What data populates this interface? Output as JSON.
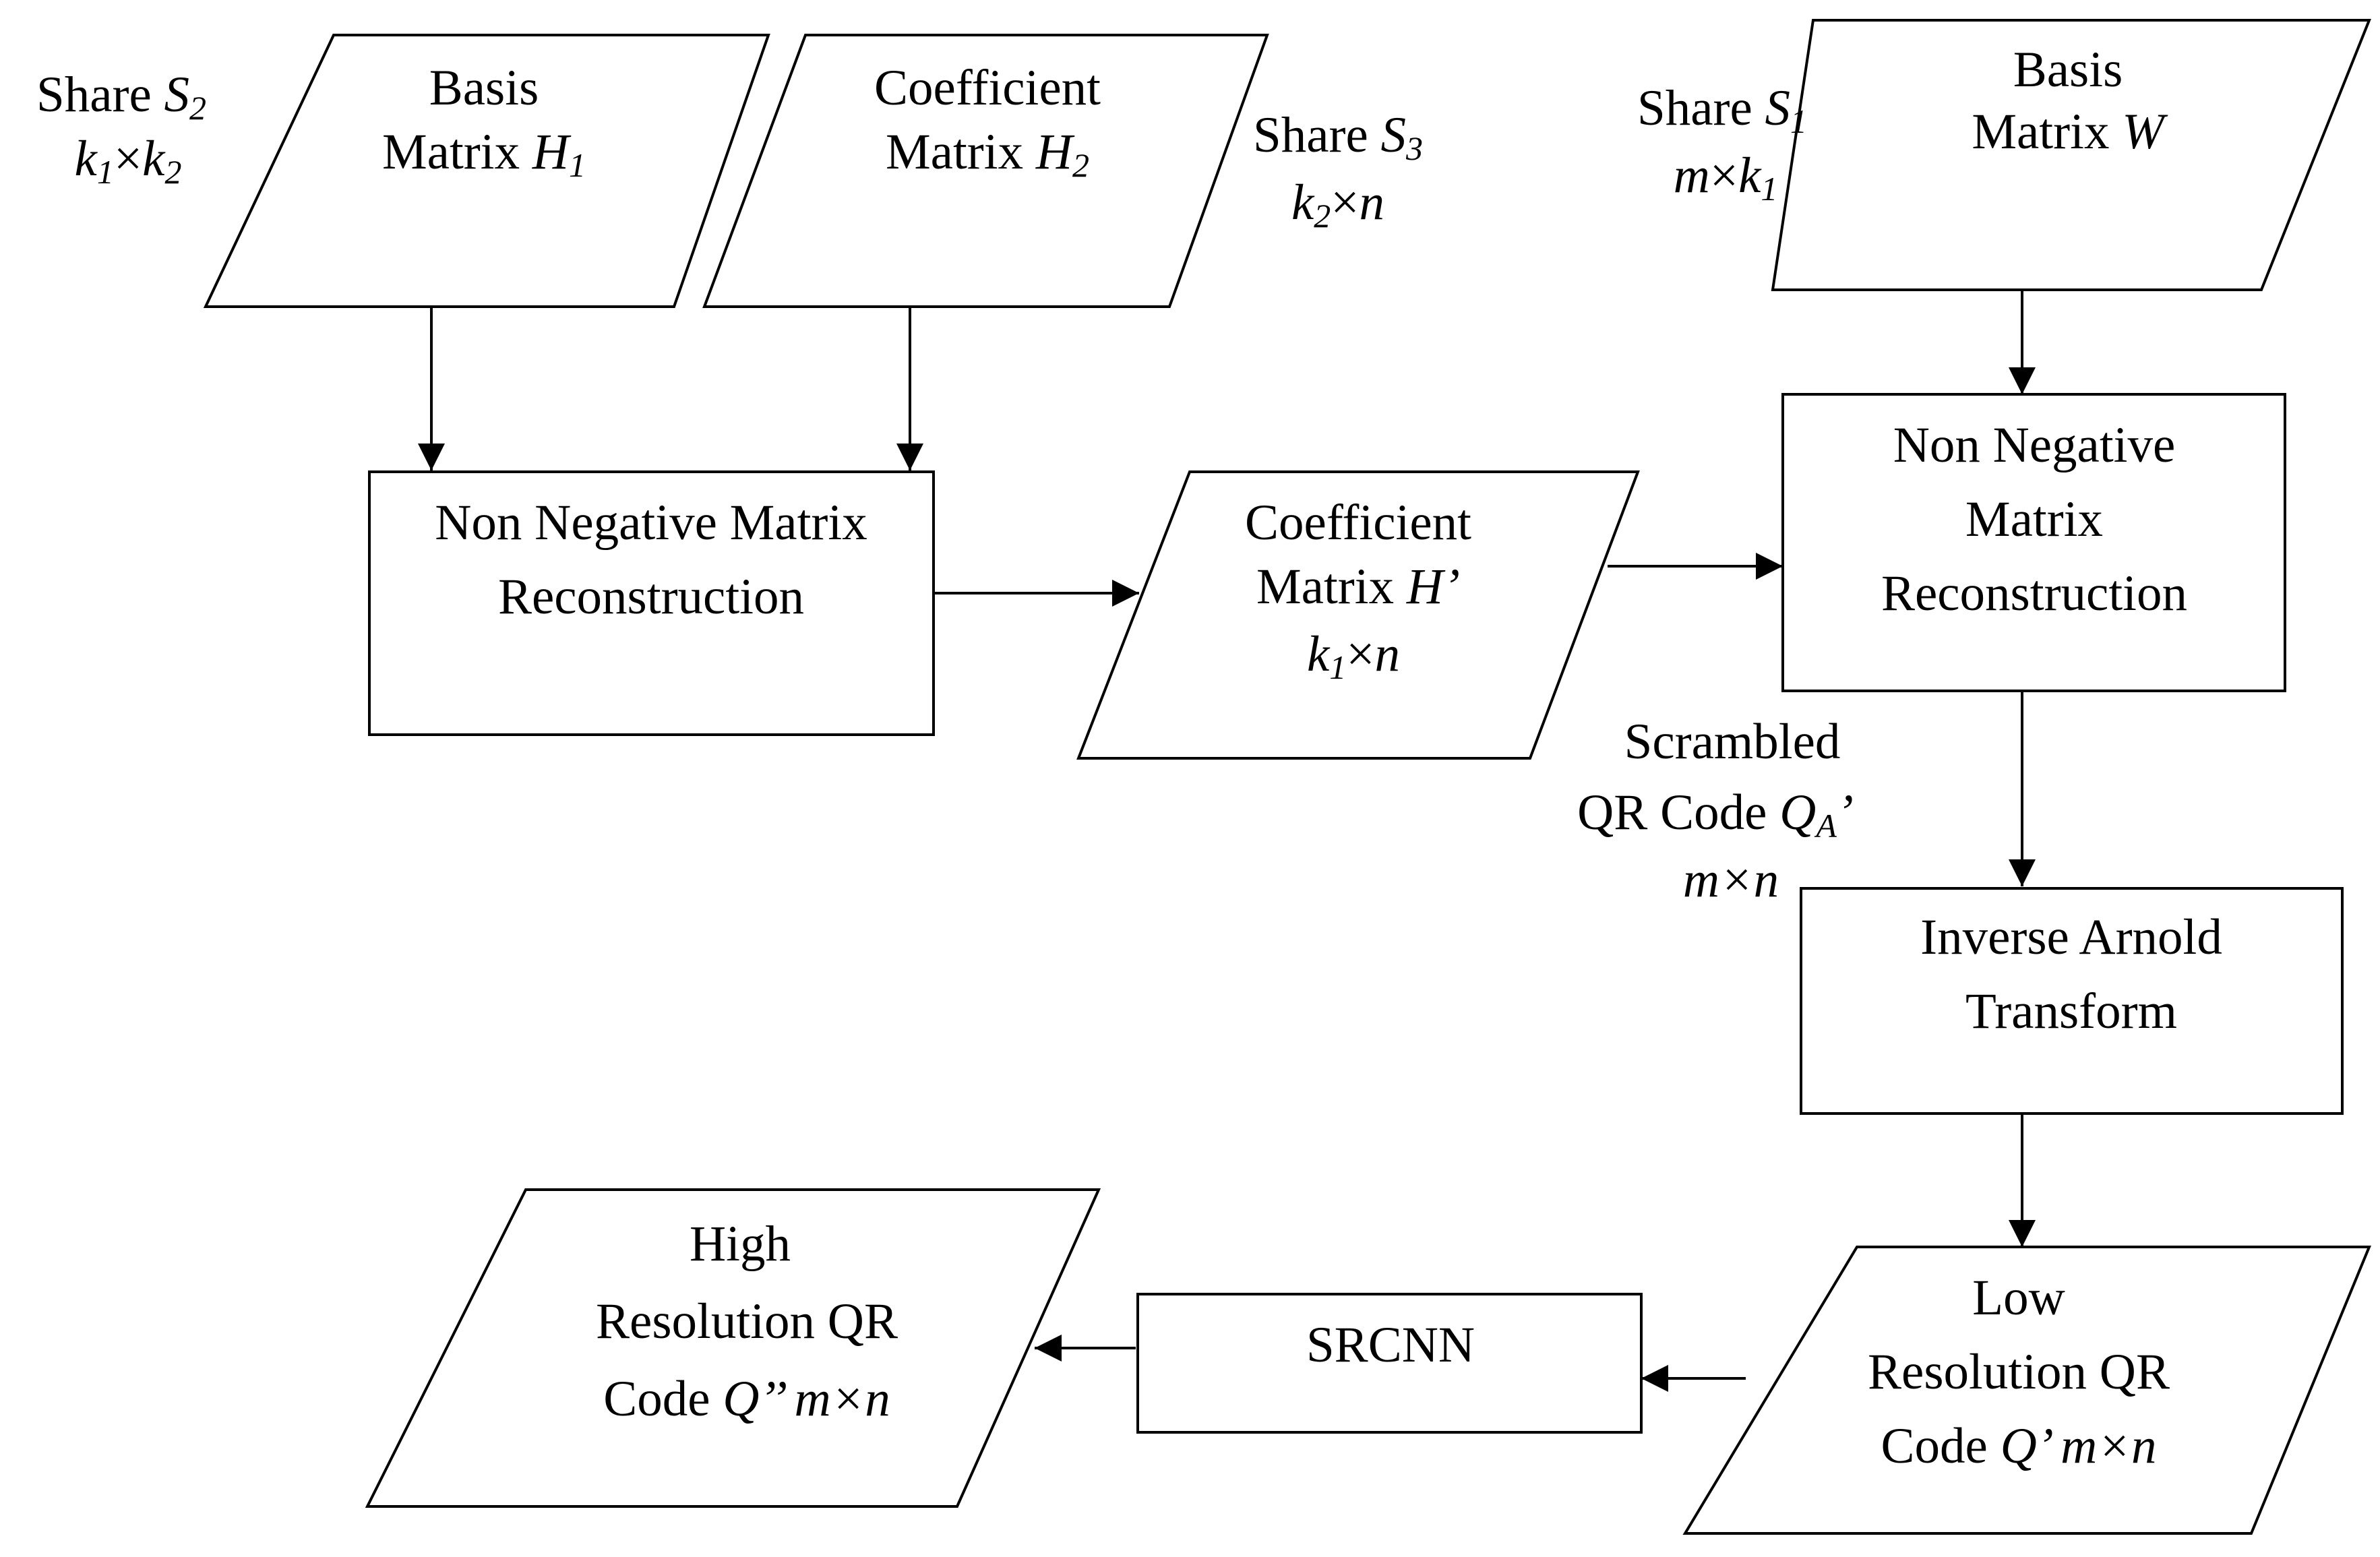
{
  "colors": {
    "stroke": "#000000",
    "background": "#ffffff",
    "text": "#000000"
  },
  "nodes": {
    "basis_h1": {
      "shape": "parallelogram",
      "line1": "Basis",
      "line2": "Matrix ",
      "var": "H",
      "sub": "1"
    },
    "coeff_h2": {
      "shape": "parallelogram",
      "line1": "Coefficient",
      "line2": "Matrix ",
      "var": "H",
      "sub": "2"
    },
    "basis_w": {
      "shape": "parallelogram",
      "line1": "Basis",
      "line2": "Matrix ",
      "var": "W"
    },
    "nmr_left": {
      "shape": "rectangle",
      "line1": "Non Negative Matrix",
      "line2": "Reconstruction"
    },
    "coeff_hprime": {
      "shape": "parallelogram",
      "line1": "Coefficient",
      "line2": "Matrix ",
      "var": "H’",
      "dim": {
        "k": "k",
        "k_sub": "1",
        "times": "×",
        "n": "n"
      }
    },
    "nmr_right": {
      "shape": "rectangle",
      "line1": "Non Negative",
      "line2": "Matrix",
      "line3": "Reconstruction"
    },
    "inverse_arnold": {
      "shape": "rectangle",
      "line1": "Inverse Arnold",
      "line2": "Transform"
    },
    "low_res": {
      "shape": "parallelogram",
      "line1": "Low",
      "line2": "Resolution QR",
      "line3_prefix": "Code ",
      "var": "Q’ m×n"
    },
    "srcnn": {
      "shape": "rectangle",
      "label": "SRCNN"
    },
    "high_res": {
      "shape": "parallelogram",
      "line1": "High",
      "line2": "Resolution QR",
      "line3_prefix": "Code ",
      "var": "Q’’ m×n"
    }
  },
  "annotations": {
    "share_s2": {
      "prefix": "Share ",
      "var": "S",
      "sub": "2",
      "dim_a": "k",
      "dim_a_sub": "1",
      "times": "×",
      "dim_b": "k",
      "dim_b_sub": "2"
    },
    "share_s3": {
      "prefix": "Share ",
      "var": "S",
      "sub": "3",
      "dim_a": "k",
      "dim_a_sub": "2",
      "times": "×",
      "dim_b": "n"
    },
    "share_s1": {
      "prefix": "Share ",
      "var": "S",
      "sub": "1",
      "dim_a": "m",
      "times": "×",
      "dim_b": "k",
      "dim_b_sub": "1"
    },
    "scrambled": {
      "line1": "Scrambled",
      "line2_prefix": "QR Code ",
      "var": "Q",
      "sub": "A",
      "tick": "’",
      "dim": "m×n"
    }
  },
  "edges": [
    {
      "from": "basis_h1",
      "to": "nmr_left"
    },
    {
      "from": "coeff_h2",
      "to": "nmr_left"
    },
    {
      "from": "basis_w",
      "to": "nmr_right"
    },
    {
      "from": "nmr_left",
      "to": "coeff_hprime"
    },
    {
      "from": "coeff_hprime",
      "to": "nmr_right"
    },
    {
      "from": "nmr_right",
      "to": "inverse_arnold"
    },
    {
      "from": "inverse_arnold",
      "to": "low_res"
    },
    {
      "from": "low_res",
      "to": "srcnn"
    },
    {
      "from": "srcnn",
      "to": "high_res"
    }
  ]
}
